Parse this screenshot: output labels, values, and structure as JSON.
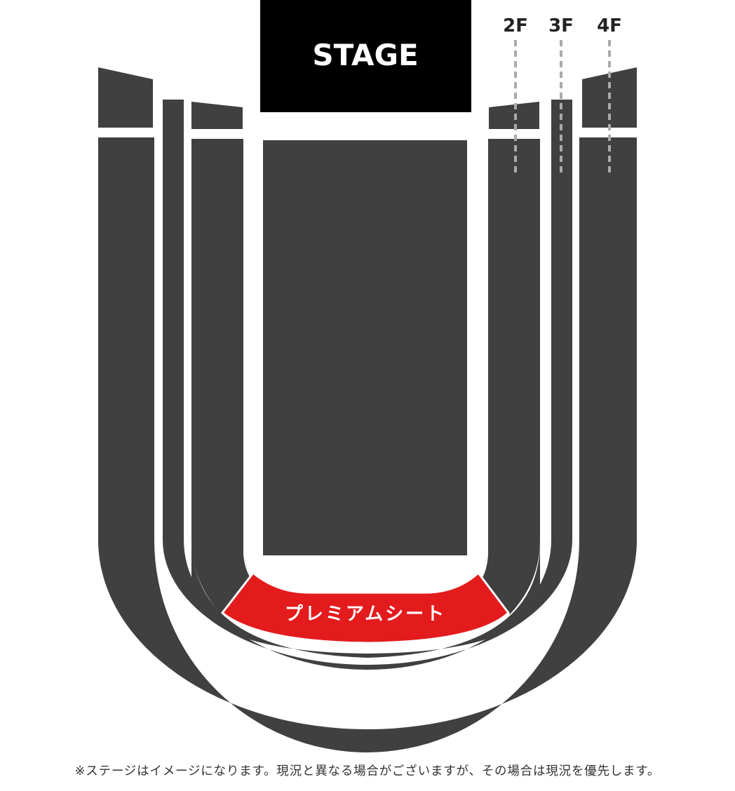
{
  "stage": {
    "label": "STAGE"
  },
  "floors": {
    "labels": [
      "2F",
      "3F",
      "4F"
    ]
  },
  "premium": {
    "label": "プレミアムシート"
  },
  "note": {
    "text": "※ステージはイメージになります。現況と異なる場合がございますが、その場合は現況を優先します。"
  },
  "colors": {
    "seat_block": "#404040",
    "stage": "#000000",
    "premium": "#e31b1d",
    "leader_line": "#aaaaaa"
  }
}
